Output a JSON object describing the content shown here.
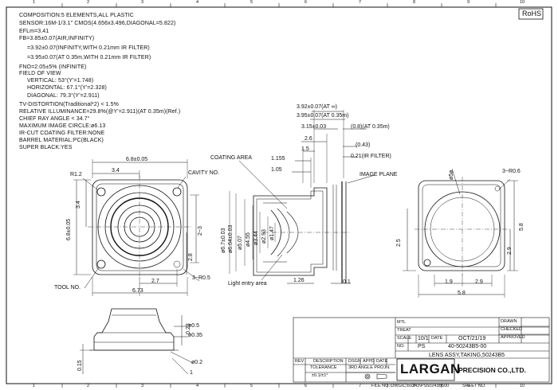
{
  "rohs": "RoHS",
  "border": {
    "top_numbers": [
      "1",
      "2",
      "3",
      "4",
      "5",
      "6",
      "7",
      "8",
      "9",
      "10"
    ],
    "bottom_numbers": [
      "1",
      "2",
      "3",
      "4",
      "5",
      "6",
      "7",
      "8",
      "9",
      "10"
    ]
  },
  "specs": [
    "COMPOSITION:5  ELEMENTS,ALL  PLASTIC",
    "SENSOR:16M-1/3.1\"  CMOS(4.656x3.496,DIAGONAL=5.822)",
    "EFLm=3.41",
    "FB=3.85±0.07(AIR,INFINITY)",
    "=3.92±0.07(INFINITY,WITH  0.21mm  IR  FILTER)",
    "=3.95±0.07(AT  0.35m,WITH  0.21mm  IR  FILTER)",
    "FNO=2.05±5%  (INFINITE)",
    "FIELD  OF  VIEW",
    "VERTICAL: 53°(Y'=1.748)",
    "HORIZONTAL: 67.1°(Y'=2.328)",
    "DIAGONAL: 79.3°(Y'=2.911)",
    "TV-DISTORTION(Traditional*2)  <  1.5%",
    "RELATIVE  ILLUMINANCE=29.8%(@Y'=2.911)(AT  0.35m)(Ref.)",
    "CHIEF  RAY  ANGLE  <  34.7°",
    "MAXIMUM  IMAGE  CIRCLE:ø6.13",
    "IR-CUT  COATING  FILTER:NONE",
    "BARREL  MATERIAL:PC(BLACK)",
    "SUPER  BLACK:YES"
  ],
  "front_view": {
    "width": "6.8±0.05",
    "half_width": "3.4",
    "height": "6.8±0.05",
    "half_height": "3.4",
    "corner_radius": "R1.2",
    "cavity_label": "CAVITY  NO.",
    "dim_2_3": "2~3",
    "dim_2_8": "2.8",
    "dim_2_7": "2.7",
    "dim_6_73": "6.73",
    "dim_chamfer": "3~R0.5",
    "tool_label": "TOOL  NO."
  },
  "section_view": {
    "coating_label": "COATING  AREA",
    "image_plane_label": "IMAGE  PLANE",
    "light_label": "Light  entry  area",
    "fb_top": "3.92±0.07(AT ∞)",
    "fb_035": "3.95±0.07(AT  0.35m)",
    "d_3_15": "3.15±0.03",
    "d_2_6": "2.6",
    "d_1_5": "1.5",
    "d_1_155": "1.155",
    "d_1_05": "1.05",
    "d_0_8": "(0.8)(AT  0.35m)",
    "d_0_43": "(0.43)",
    "d_ir": "0.21(IR  FILTER)",
    "d_1_26": "1.26",
    "d_0_1": "0.1",
    "vertical_dims": [
      "ø6.7±0.03",
      "ø6.64±0.03",
      "ø5.07",
      "ø4.55",
      "ø3.44",
      "ø2.93",
      "ø1.47"
    ]
  },
  "rear_view": {
    "phi_label": "ø5ø",
    "chamfer": "3~R0.6",
    "d_5_8_v": "5.8",
    "d_2_9_v": "2.9",
    "d_2_5": "2.5",
    "d_1_9": "1.9",
    "d_2_9_h": "2.9",
    "d_5_8_h": "5.8"
  },
  "side_view": {
    "d_0_23": "0.23",
    "d_0_5": "ø0.5",
    "d_0_35": "ø0.35",
    "d_0_15": "0.15",
    "d_0_2": "ø0.2",
    "d_1": "1"
  },
  "title_block": {
    "mtl_label": "MTL",
    "treat_label": "TREAT",
    "scale_label": "SCALE",
    "scale_value": "10/1",
    "date_label": "DATE",
    "date_value": "OCT/21/19",
    "no_label": "NO.",
    "ps": "PS",
    "part_number": "40-50243B5-00",
    "title": "LENS  ASSY,TAKING,50243B5",
    "drawn": "DRAWN",
    "checked": "CHECKED",
    "approved": "APPROVED",
    "rev_headers": [
      "REV",
      "DESCRIPTION",
      "DSGN",
      "APPD",
      "DATE"
    ],
    "tolerance_label": "TOLERANCE",
    "tolerance_value": "±0.1/±1°",
    "angle_label": "3RD  ANGLE  PROJN.",
    "company": "LARGAN",
    "company_full": "PRECISION  CO.,LTD.",
    "file_no": "FILE  NO.\\DWG\\C\\50243\\PS50243B500",
    "sheet_no": "SHEET  NO."
  }
}
